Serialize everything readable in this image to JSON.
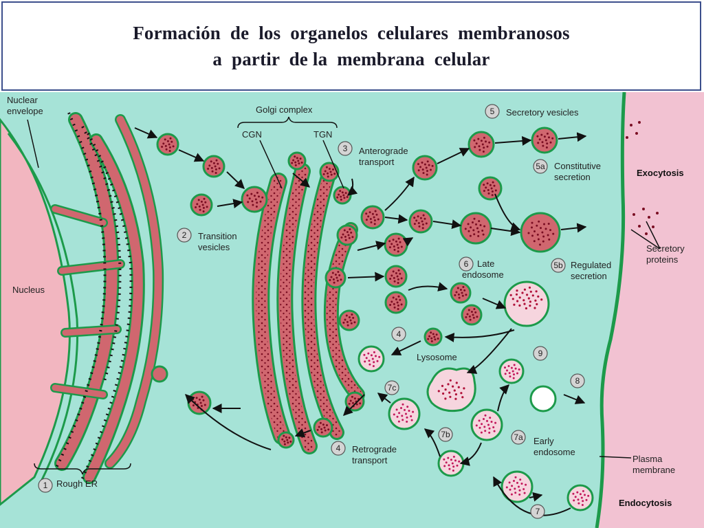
{
  "title": {
    "line1": "Formación  de  los  organelos  celulares  membranosos",
    "line2": "a  partir  de la  membrana  celular"
  },
  "labels": {
    "nuclear_envelope_1": "Nuclear",
    "nuclear_envelope_2": "envelope",
    "nucleus": "Nucleus",
    "golgi_complex": "Golgi complex",
    "cgn": "CGN",
    "tgn": "TGN",
    "rough_er": "Rough ER",
    "transition_1": "Transition",
    "transition_2": "vesicles",
    "anterograde_1": "Anterograde",
    "anterograde_2": "transport",
    "retrograde_1": "Retrograde",
    "retrograde_2": "transport",
    "secretory_vesicles": "Secretory vesicles",
    "constitutive_1": "Constitutive",
    "constitutive_2": "secretion",
    "regulated_1": "Regulated",
    "regulated_2": "secretion",
    "late_endosome_1": "Late",
    "late_endosome_2": "endosome",
    "lysosome": "Lysosome",
    "early_endosome_1": "Early",
    "early_endosome_2": "endosome",
    "exocytosis": "Exocytosis",
    "endocytosis": "Endocytosis",
    "secretory_proteins_1": "Secretory",
    "secretory_proteins_2": "proteins",
    "plasma_membrane_1": "Plasma",
    "plasma_membrane_2": "membrane"
  },
  "steps": {
    "s1": "1",
    "s2": "2",
    "s3": "3",
    "s4a": "4",
    "s4b": "4",
    "s5": "5",
    "s5a": "5a",
    "s5b": "5b",
    "s6": "6",
    "s7": "7",
    "s7a": "7a",
    "s7b": "7b",
    "s7c": "7c",
    "s8": "8",
    "s9": "9"
  },
  "colors": {
    "cytoplasm": "#a6e3d7",
    "extracellular": "#f2c2d2",
    "membrane": "#1c9a4a",
    "lumen": "#d0676f",
    "cargo": "#7a0d22",
    "ribosome": "#1a0f14",
    "light_lumen": "#f6d5de",
    "number_circle": "#d4d4d4"
  }
}
